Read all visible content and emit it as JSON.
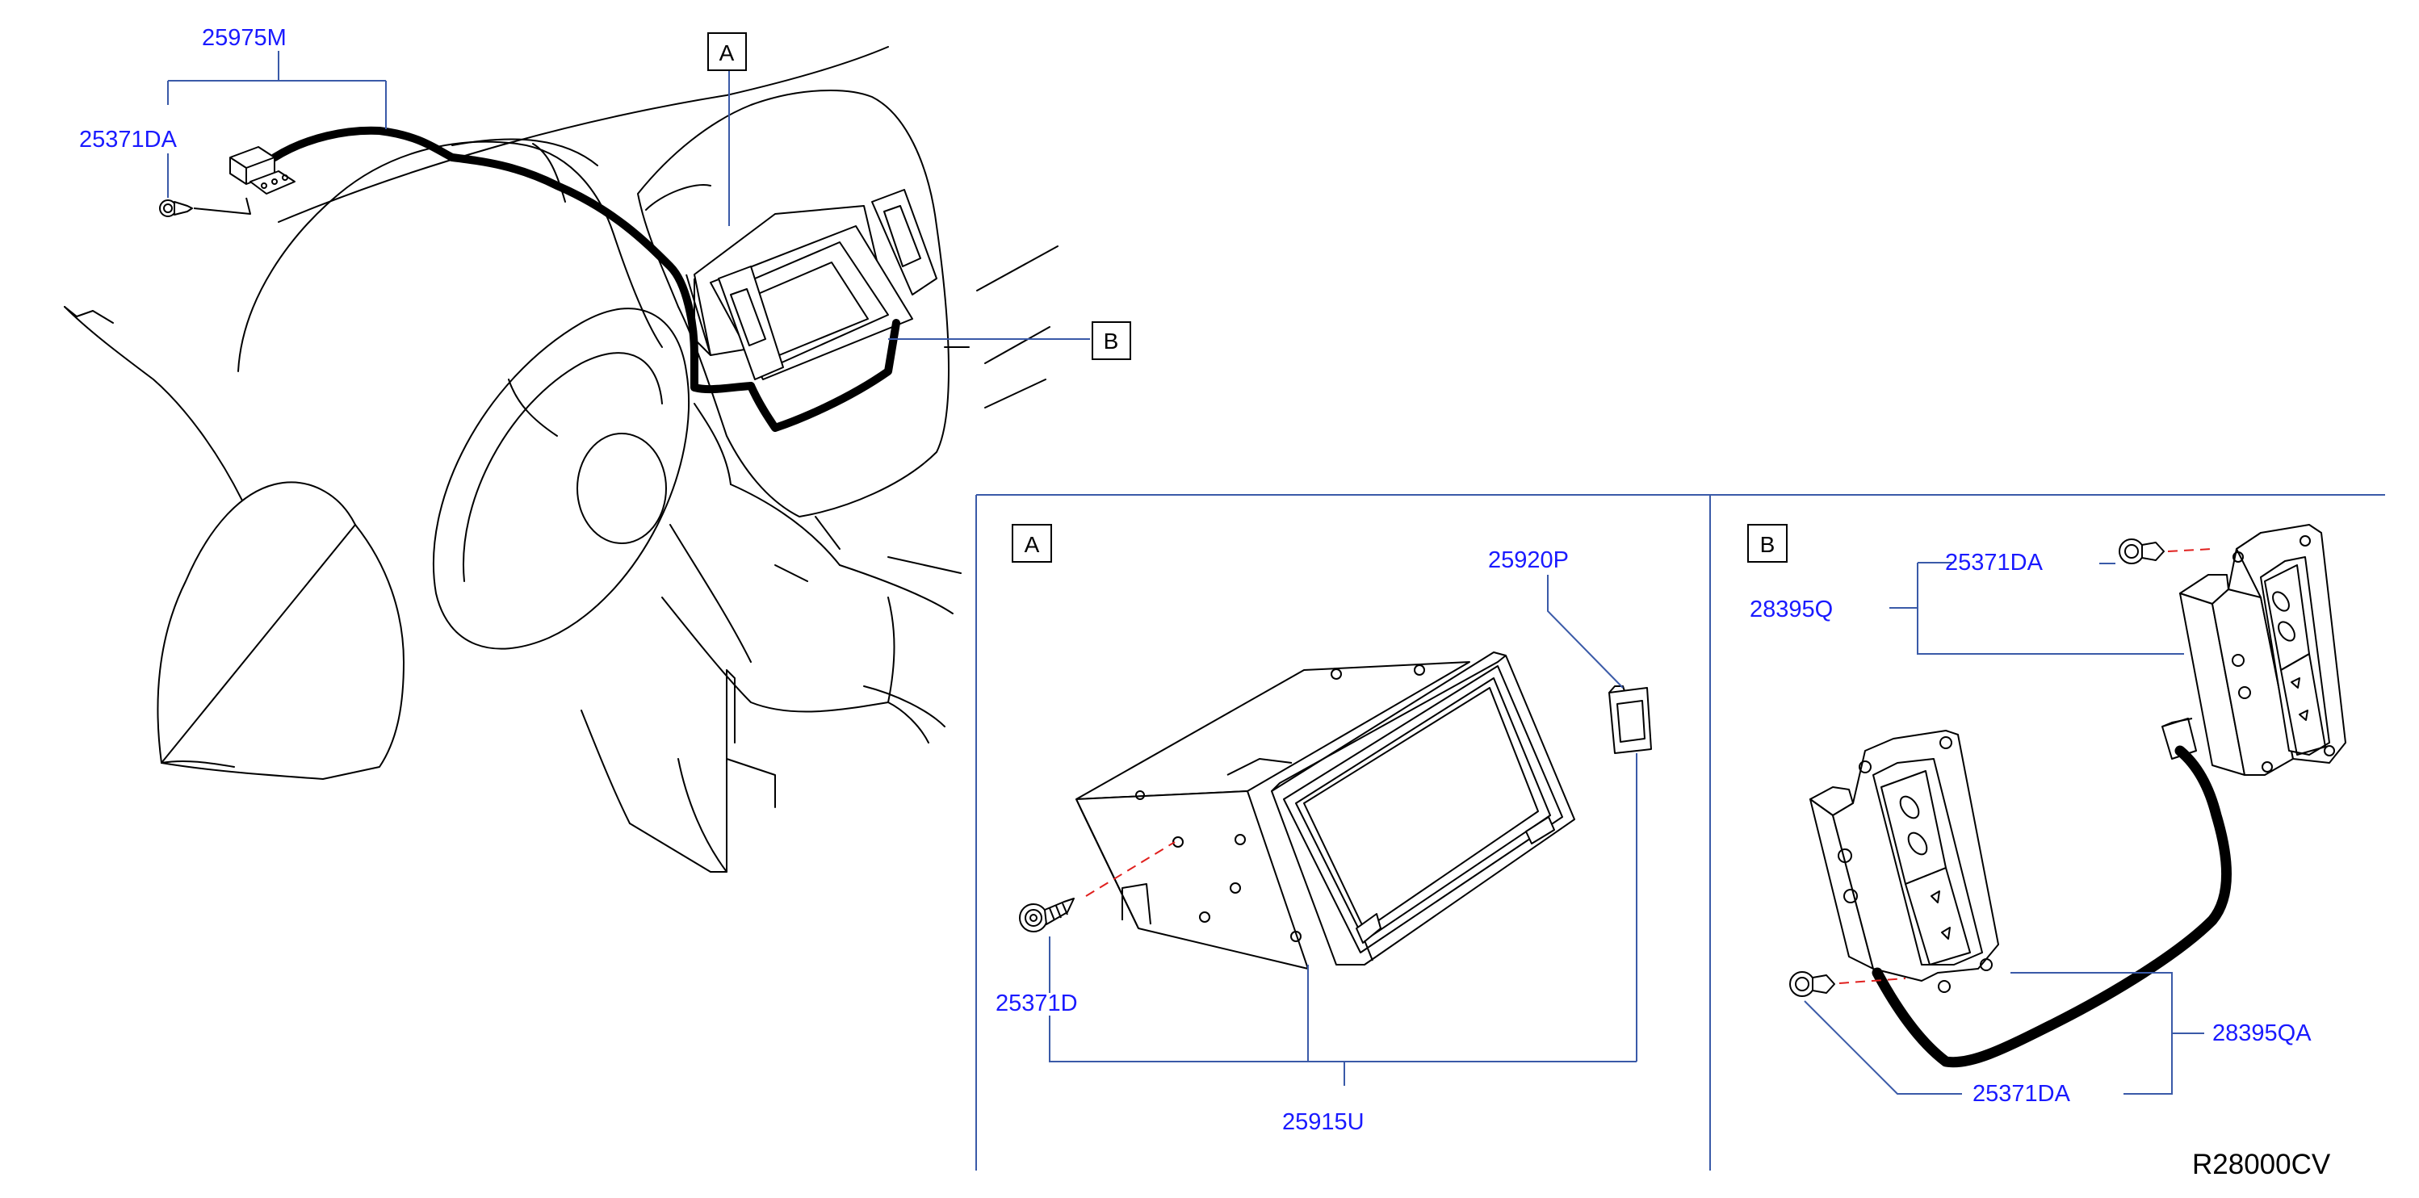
{
  "colors": {
    "part_number": "#1a1aff",
    "leader_line": "#3a5aa8",
    "hidden_line": "#e0201e",
    "line_art": "#000000",
    "background": "#ffffff"
  },
  "overview": {
    "part_numbers": {
      "harness": "25975M",
      "screw": "25371DA"
    },
    "callouts": {
      "a": "A",
      "b": "B"
    }
  },
  "panel_a": {
    "label": "A",
    "part_numbers": {
      "sd_card": "25920P",
      "screw": "25371D",
      "display_unit": "25915U"
    }
  },
  "panel_b": {
    "label": "B",
    "part_numbers": {
      "screw_top": "25371DA",
      "switch_assy": "28395Q",
      "switch_assy_alt": "28395QA",
      "screw_bottom": "25371DA"
    }
  },
  "drawing_code": "R28000CV"
}
